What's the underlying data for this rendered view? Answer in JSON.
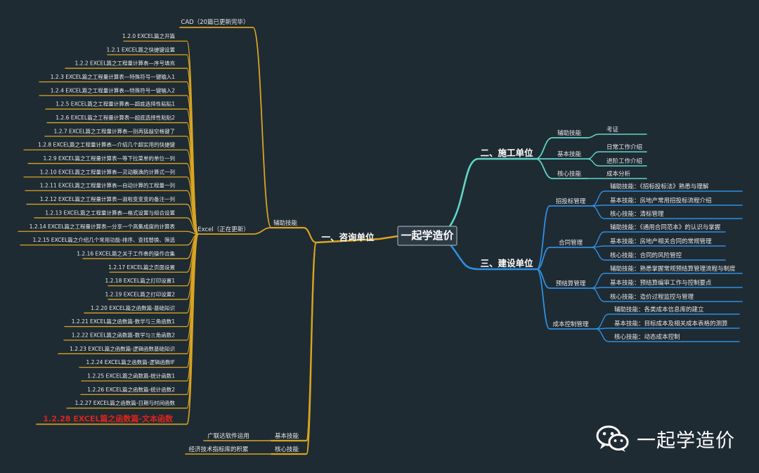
{
  "root": {
    "label": "一起学造价"
  },
  "consult": {
    "label": "一、咨询单位",
    "aux": {
      "label": "辅助技能"
    },
    "cad": {
      "label": "CAD（20篇已更新完毕）"
    },
    "excel": {
      "label": "Excel（正在更新）"
    },
    "items": [
      "1.2.0 EXCEL篇之开篇",
      "1.2.1 EXCEL篇之快捷键设置",
      "1.2.2 EXCEL篇之工程量计算表—序号填充",
      "1.2.3 EXCEL篇之工程量计算表—特殊符号一键输入1",
      "1.2.4 EXCEL篇之工程量计算表—特殊符号一键输入2",
      "1.2.5 EXCEL篇之工程量计算表—超底选择性粘贴1",
      "1.2.6 EXCEL篇之工程量计算表—超底选择性粘贴2",
      "1.2.7 EXCEL篇之工程量计算表—别再猛敲空格键了",
      "1.2.8 EXCEL篇之工程量计算表—介绍几个超实用的快捷键",
      "1.2.9 EXCEL篇之工程量计算表—等下拉菜单的单位一列",
      "1.2.10 EXCEL篇之工程量计算表—灵动飘逸的计算式一列",
      "1.2.11 EXCEL篇之工程量计算表—自动计算的工程量一列",
      "1.2.12 EXCEL篇之工程量计算表—滋啦变变变的备注一列",
      "1.2.13 EXCEL篇之工程量计算表—格式设置与组合设置",
      "1.2.14 EXCEL篇之工程量计算表—分享一个高集成度的计算表",
      "1.2.15 EXCEL篇之介绍几个常用功能-排序、查找替换、筛选",
      "1.2.16 EXCEL篇之关于工作表的操作合集",
      "1.2.17 EXCEL篇之页面设置",
      "1.2.18 EXCEL篇之打印设置1",
      "1.2.19 EXCEL篇之打印设置2",
      "1.2.20 EXCEL篇之函数篇-基础知识",
      "1.2.21 EXCEL篇之函数篇-数学与三角函数1",
      "1.2.22 EXCEL篇之函数篇-数学与三角函数2",
      "1.2.23 EXCEL篇之函数篇-逻辑函数基础知识",
      "1.2.24 EXCEL篇之函数篇-逻辑函数IF",
      "1.2.25 EXCEL篇之函数篇-统计函数1",
      "1.2.26 EXCEL篇之函数篇-统计函数2",
      "1.2.27 EXCEL篇之函数篇-日期与时间函数"
    ],
    "highlight": "1.2.28 EXCEL篇之函数篇-文本函数",
    "basic": {
      "label": "基本技能",
      "item": "广联达软件运用"
    },
    "core": {
      "label": "核心技能",
      "item": "经济技术指标库的积累"
    }
  },
  "construction": {
    "label": "二、施工单位",
    "groups": [
      {
        "label": "辅助技能",
        "items": [
          "考证"
        ]
      },
      {
        "label": "基本技能",
        "items": [
          "日常工作介绍",
          "进阶工作介绍"
        ]
      },
      {
        "label": "核心技能",
        "items": [
          "成本分析"
        ]
      }
    ]
  },
  "builder": {
    "label": "三、建设单位",
    "groups": [
      {
        "label": "招投标管理",
        "items": [
          "辅助技能：《招标投标法》熟悉与理解",
          "基本技能：房地产常用招投标流程介绍",
          "核心技能：清标管理"
        ]
      },
      {
        "label": "合同管理",
        "items": [
          "辅助技能：《通用合同范本》的认识与掌握",
          "基本技能：房地产相关合同的常规管理",
          "核心技能：合同的风险管控"
        ]
      },
      {
        "label": "预结算管理",
        "items": [
          "辅助技能：熟悉掌握常规预结算管理流程与制度",
          "基本技能：预结算编审工作与控制要点",
          "核心技能：造价过程监控与管理"
        ]
      },
      {
        "label": "成本控制管理",
        "items": [
          "辅助技能：各类成本信息库的建立",
          "基本技能：目标成本及相关成本表格的测算",
          "核心技能：动态成本控制"
        ]
      }
    ]
  },
  "watermark": {
    "label": "一起学造价"
  },
  "colors": {
    "background": "#1f2b33",
    "gold": "#d9a421",
    "teal": "#5fd6c8",
    "blue": "#2f8fe0",
    "highlight": "#e0231b"
  }
}
